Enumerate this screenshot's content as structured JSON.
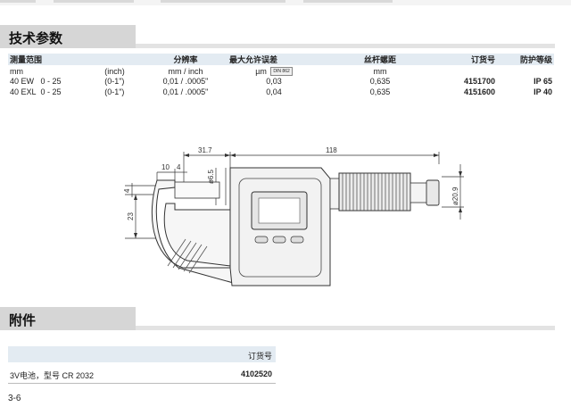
{
  "sections": {
    "specs_title": "技术参数",
    "accessories_title": "附件"
  },
  "spec_table": {
    "headers": {
      "range": "测量范围",
      "resolution": "分辨率",
      "max_error": "最大允许误差",
      "pitch": "丝杆螺距",
      "order_no": "订货号",
      "protection": "防护等级"
    },
    "units": {
      "range": "mm",
      "inch": "(inch)",
      "resolution": "mm / inch",
      "max_error": "µm",
      "din": "DIN 862",
      "pitch": "mm"
    },
    "rows": [
      {
        "model": "40 EW",
        "range": "0 - 25",
        "inch": "(0-1\")",
        "resolution": "0,01 / .0005\"",
        "max_error": "0,03",
        "pitch": "0,635",
        "order_no": "4151700",
        "protection": "IP 65"
      },
      {
        "model": "40 EXL",
        "range": "0 - 25",
        "inch": "(0-1\")",
        "resolution": "0,01 / .0005\"",
        "max_error": "0,04",
        "pitch": "0,635",
        "order_no": "4151600",
        "protection": "IP 40"
      }
    ]
  },
  "drawing": {
    "dim_31_7": "31.7",
    "dim_118": "118",
    "dim_10": "10",
    "dim_4_top": "4",
    "dim_6_5": "ø6.5",
    "dim_4_left": "4",
    "dim_23": "23",
    "dim_20_9": "ø20.9"
  },
  "accessories": {
    "header_order": "订货号",
    "items": [
      {
        "name": "3V电池，型号 CR 2032",
        "order_no": "4102520"
      }
    ]
  },
  "page_number": "3-6"
}
